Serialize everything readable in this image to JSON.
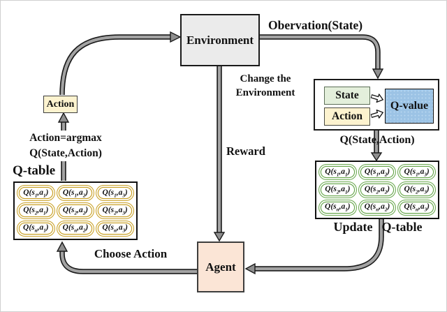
{
  "diagram": {
    "nodes": {
      "environment": "Environment",
      "agent": "Agent",
      "action": "Action",
      "state_input": "State",
      "action_input": "Action",
      "q_value": "Q-value"
    },
    "labels": {
      "observation": "Obervation(State)",
      "change_environment": [
        "Change the",
        "Environment"
      ],
      "reward": "Reward",
      "q_state_action": "Q(State,Action)",
      "update_word": "Update",
      "update_qtable_word": "Q-table",
      "qtable_title": "Q-table",
      "argmax": [
        "Action=argmax",
        "Q(State,Action)"
      ],
      "choose_action": "Choose Action"
    },
    "qtable": {
      "cells": [
        "Q(s1,a1)",
        "Q(s1,a2)",
        "Q(s1,a3)",
        "Q(s2,a1)",
        "Q(s2,a2)",
        "Q(s2,a3)",
        "Q(sn,a1)",
        "Q(sn,a2)",
        "Q(sn,a3)"
      ]
    },
    "colors": {
      "environment_fill": "#ebebeb",
      "agent_fill": "#fbe5d6",
      "action_fill": "#fdf3cf",
      "state_fill": "#e3efdb",
      "qvalue_fill": "#9cc3e5",
      "qtable_left_border": "#c9a127",
      "qtable_right_border": "#6aa84f",
      "arrow_gray": "#a3a3a3"
    }
  }
}
